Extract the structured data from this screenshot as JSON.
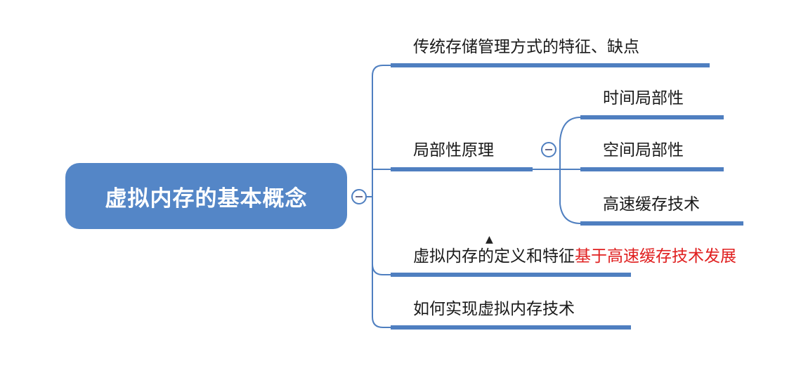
{
  "root": {
    "label": "虚拟内存的基本概念"
  },
  "branches": [
    {
      "label": "传统存储管理方式的特征、缺点"
    },
    {
      "label": "局部性原理",
      "children": [
        {
          "label": "时间局部性"
        },
        {
          "label": "空间局部性"
        },
        {
          "label": "高速缓存技术"
        }
      ]
    },
    {
      "label": "虚拟内存的定义和特征",
      "annotation": "基于高速缓存技术发展"
    },
    {
      "label": "如何实现虚拟内存技术"
    }
  ],
  "colors": {
    "accent": "#5486c7",
    "line": "#4f7fc0",
    "annotation": "#e02020"
  }
}
